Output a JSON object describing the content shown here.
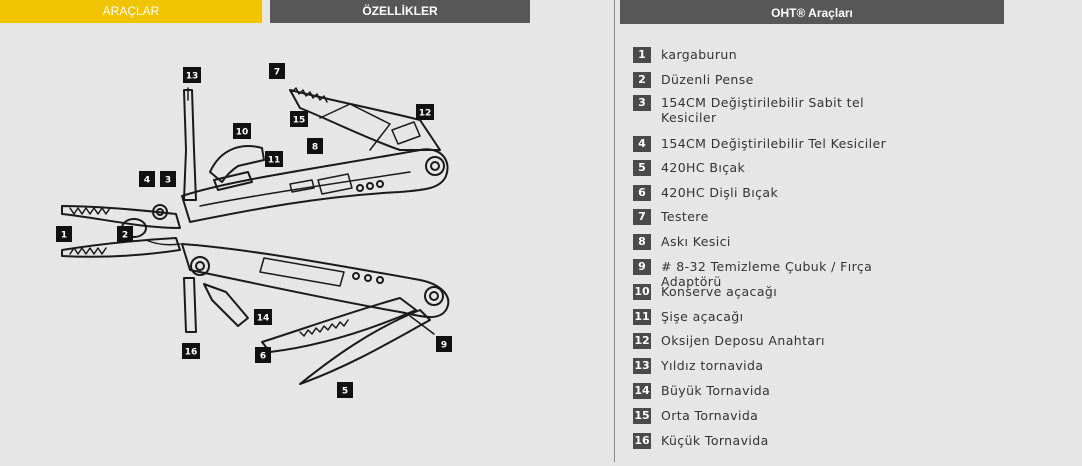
{
  "tabs": {
    "tools": "ARAÇLAR",
    "features": "ÖZELLİKLER"
  },
  "panel": {
    "title": "OHT® Araçları"
  },
  "tools": [
    {
      "num": "1",
      "label": "kargaburun"
    },
    {
      "num": "2",
      "label": " Düzenli Pense"
    },
    {
      "num": "3",
      "label": "154CM Değiştirilebilir Sabit tel Kesiciler"
    },
    {
      "num": "4",
      "label": "154CM Değiştirilebilir Tel Kesiciler"
    },
    {
      "num": "5",
      "label": "420HC Bıçak"
    },
    {
      "num": "6",
      "label": "420HC Dişli Bıçak"
    },
    {
      "num": "7",
      "label": "Testere"
    },
    {
      "num": "8",
      "label": "Askı Kesici"
    },
    {
      "num": "9",
      "label": "# 8-32 Temizleme Çubuk / Fırça Adaptörü"
    },
    {
      "num": "10",
      "label": "Konserve açacağı"
    },
    {
      "num": "11",
      "label": "Şişe açacağı"
    },
    {
      "num": "12",
      "label": "Oksijen Deposu Anahtarı"
    },
    {
      "num": "13",
      "label": "Yıldız tornavida"
    },
    {
      "num": "14",
      "label": "Büyük Tornavida"
    },
    {
      "num": "15",
      "label": "Orta Tornavida"
    },
    {
      "num": "16",
      "label": "Küçük Tornavida"
    }
  ]
}
